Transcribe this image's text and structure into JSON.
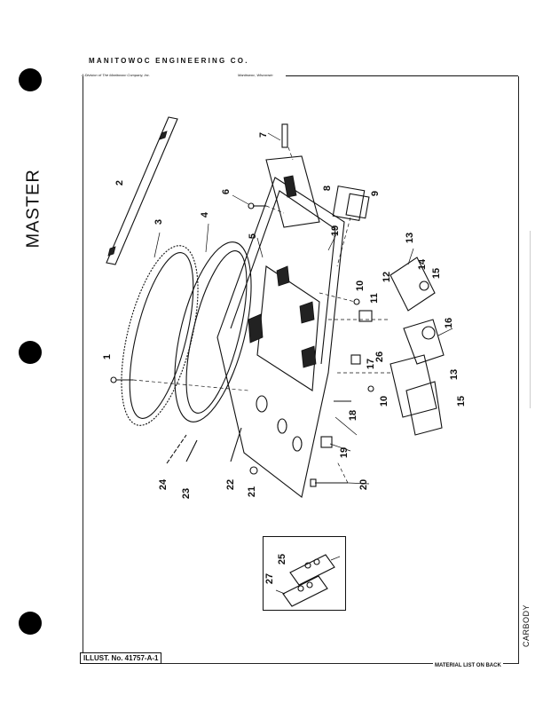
{
  "header": {
    "company": "MANITOWOC ENGINEERING CO.",
    "division": "A Division of The Manitowoc Company, Inc.",
    "city": "Manitowoc, Wisconsin"
  },
  "side_labels": {
    "master": "MASTER",
    "carbody": "CARBODY"
  },
  "footer": {
    "illust_no": "ILLUST. No. 41757-A-1",
    "material_note": "MATERIAL LIST ON BACK"
  },
  "callouts": [
    {
      "id": "c1",
      "text": "1"
    },
    {
      "id": "c2",
      "text": "2"
    },
    {
      "id": "c3",
      "text": "3"
    },
    {
      "id": "c4",
      "text": "4"
    },
    {
      "id": "c5",
      "text": "5"
    },
    {
      "id": "c6",
      "text": "6"
    },
    {
      "id": "c7",
      "text": "7"
    },
    {
      "id": "c8",
      "text": "8"
    },
    {
      "id": "c9",
      "text": "9"
    },
    {
      "id": "c10a",
      "text": "10"
    },
    {
      "id": "c10b",
      "text": "10"
    },
    {
      "id": "c11",
      "text": "11"
    },
    {
      "id": "c12",
      "text": "12"
    },
    {
      "id": "c13a",
      "text": "13"
    },
    {
      "id": "c13b",
      "text": "13"
    },
    {
      "id": "c14",
      "text": "14"
    },
    {
      "id": "c15a",
      "text": "15"
    },
    {
      "id": "c15b",
      "text": "15"
    },
    {
      "id": "c16",
      "text": "16"
    },
    {
      "id": "c17",
      "text": "17"
    },
    {
      "id": "c18",
      "text": "18"
    },
    {
      "id": "c19a",
      "text": "19"
    },
    {
      "id": "c19b",
      "text": "19"
    },
    {
      "id": "c20",
      "text": "20"
    },
    {
      "id": "c21",
      "text": "21"
    },
    {
      "id": "c22",
      "text": "22"
    },
    {
      "id": "c23",
      "text": "23"
    },
    {
      "id": "c24",
      "text": "24"
    },
    {
      "id": "c25",
      "text": "25"
    },
    {
      "id": "c26",
      "text": "26"
    },
    {
      "id": "c27",
      "text": "27"
    }
  ]
}
